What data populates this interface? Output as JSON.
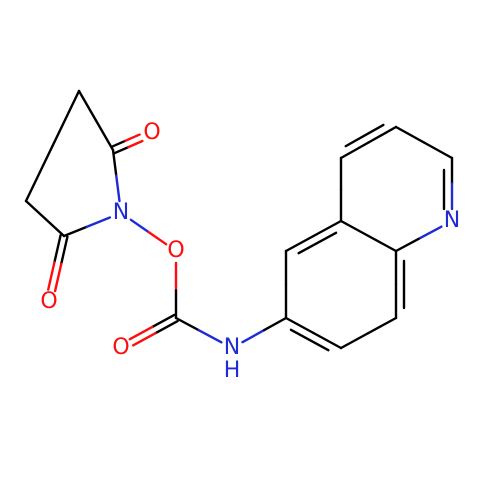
{
  "molecule": {
    "atoms": [
      {
        "id": "O1",
        "symbol": "O",
        "color": "#ff0d0d"
      },
      {
        "id": "N1",
        "symbol": "N",
        "color": "#1f2bd6"
      },
      {
        "id": "O2",
        "symbol": "O",
        "color": "#ff0d0d"
      },
      {
        "id": "O3",
        "symbol": "O",
        "color": "#ff0d0d"
      },
      {
        "id": "O4",
        "symbol": "O",
        "color": "#ff0d0d"
      },
      {
        "id": "N2",
        "symbol": "N",
        "color": "#1f2bd6"
      },
      {
        "id": "H1",
        "symbol": "H",
        "color": "#1f2bd6"
      },
      {
        "id": "N3",
        "symbol": "N",
        "color": "#1f2bd6"
      }
    ],
    "bond_color": "#000000"
  }
}
